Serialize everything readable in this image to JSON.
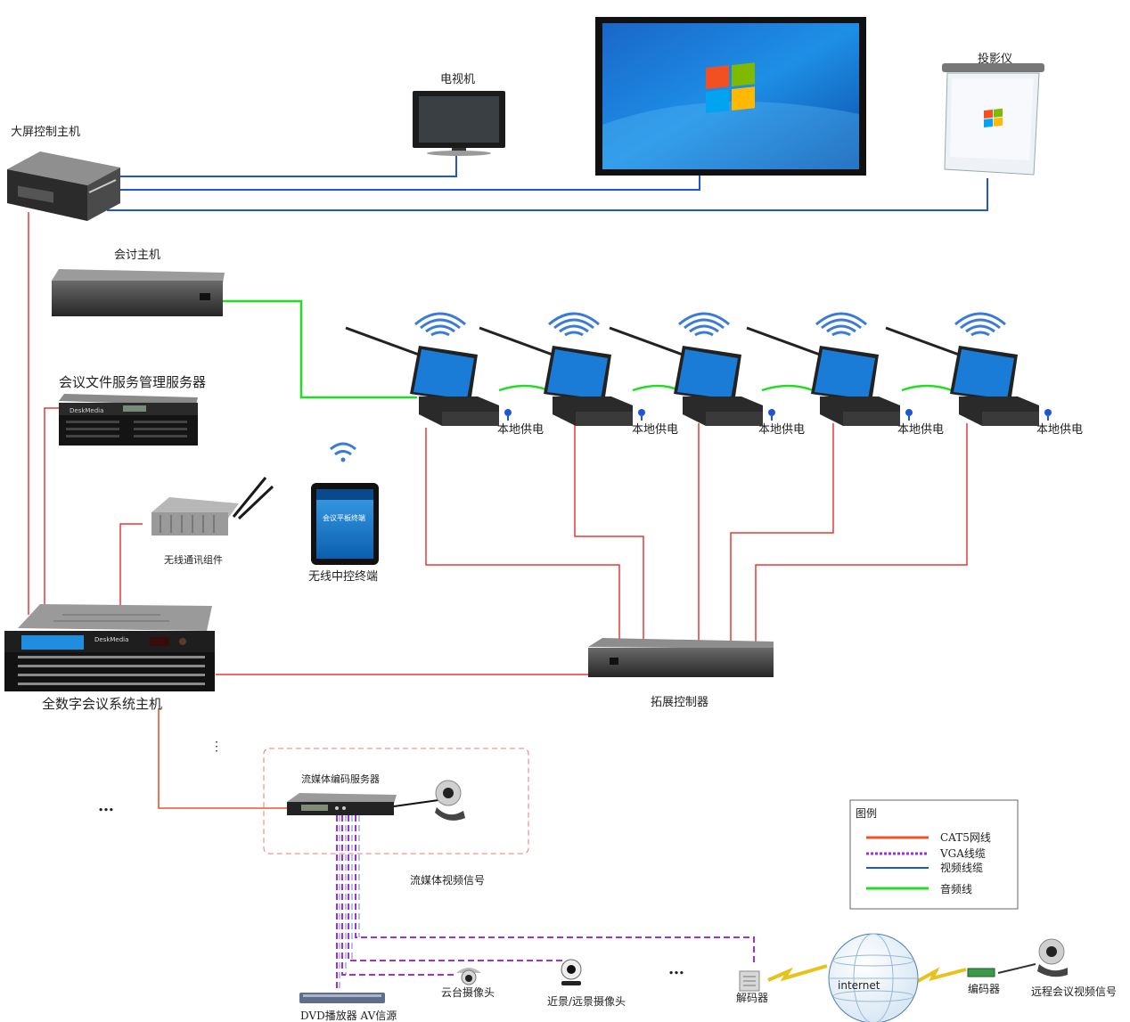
{
  "devices": {
    "big_screen_host": "大屏控制主机",
    "tv": "电视机",
    "projector": "投影仪",
    "discussion_host": "会讨主机",
    "file_server": "会议文件服务管理服务器",
    "wireless_module": "无线通讯组件",
    "wireless_terminal": "无线中控终端",
    "tablet_screen_text": "会议平板终端",
    "main_host": "全数字会议系统主机",
    "expansion_controller": "拓展控制器",
    "local_power": "本地供电",
    "streaming_server": "流媒体编码服务器",
    "streaming_signal": "流媒体视频信号",
    "ptz_camera": "云台摄像头",
    "near_far_camera": "近景/远景摄像头",
    "dvd": "DVD播放器 AV信源",
    "decoder": "解码器",
    "internet": "internet",
    "encoder": "编码器",
    "remote_signal": "远程会议视频信号",
    "brand": "DeskMedia"
  },
  "legend": {
    "title": "图例",
    "items": [
      {
        "label": "CAT5网线",
        "color": "#f0522a",
        "style": "solid"
      },
      {
        "label": "VGA线缆",
        "color": "#9b30e0",
        "style": "dotted"
      },
      {
        "label": "视频线缆",
        "color": "#1f55d8",
        "style": "solid"
      },
      {
        "label": "音频线",
        "color": "#22dd22",
        "style": "solid"
      }
    ]
  },
  "colors": {
    "cat5": "#e53935",
    "vga": "#9b30e0",
    "video": "#1f55d8",
    "audio": "#22dd22"
  },
  "ellipsis": [
    "…",
    "…",
    "…"
  ]
}
